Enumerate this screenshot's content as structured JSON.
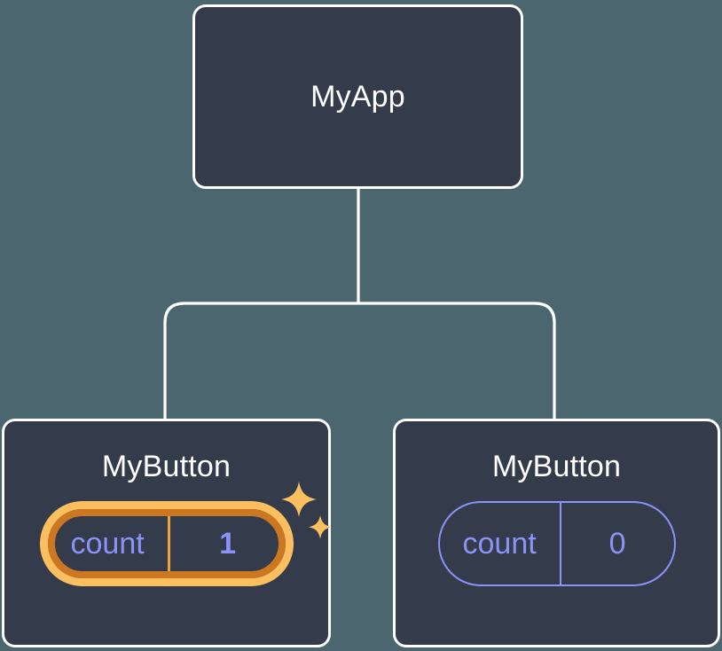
{
  "diagram": {
    "type": "component-tree",
    "background_color": "#4c6670",
    "node_fill": "#343b4a",
    "node_border": "#ffffff",
    "connector_color": "#ffffff",
    "state_color": "#8b93f8",
    "highlight_inner_color": "#fbbf60",
    "highlight_outer_color": "#cc7722",
    "root": {
      "title": "MyApp"
    },
    "children": [
      {
        "title": "MyButton",
        "state_key": "count",
        "state_value": "1",
        "highlighted": true,
        "sparkle": true
      },
      {
        "title": "MyButton",
        "state_key": "count",
        "state_value": "0",
        "highlighted": false,
        "sparkle": false
      }
    ]
  }
}
